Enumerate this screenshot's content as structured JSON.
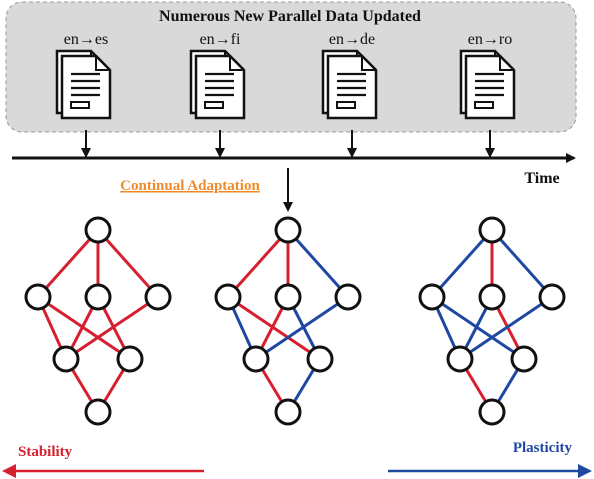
{
  "header": {
    "title": "Numerous New Parallel Data Updated",
    "pairs": [
      "en→es",
      "en→fi",
      "en→de",
      "en→ro"
    ]
  },
  "timeline": {
    "label": "Time"
  },
  "adaptation": {
    "label": "Continual Adaptation",
    "color": "#f28a2b"
  },
  "stability": {
    "label": "Stability",
    "color": "#d6202f"
  },
  "plasticity": {
    "label": "Plasticity",
    "color": "#1f48a3"
  },
  "networks": [
    {
      "name": "stability-network",
      "edges": [
        "red",
        "red",
        "red",
        "red",
        "red",
        "red",
        "red",
        "red",
        "red",
        "red"
      ]
    },
    {
      "name": "adapted-network",
      "edges": [
        "red",
        "red",
        "blue",
        "blue",
        "red",
        "red",
        "blue",
        "blue",
        "red",
        "blue"
      ]
    },
    {
      "name": "plasticity-network",
      "edges": [
        "blue",
        "red",
        "blue",
        "blue",
        "blue",
        "blue",
        "red",
        "blue",
        "red",
        "blue"
      ]
    }
  ]
}
